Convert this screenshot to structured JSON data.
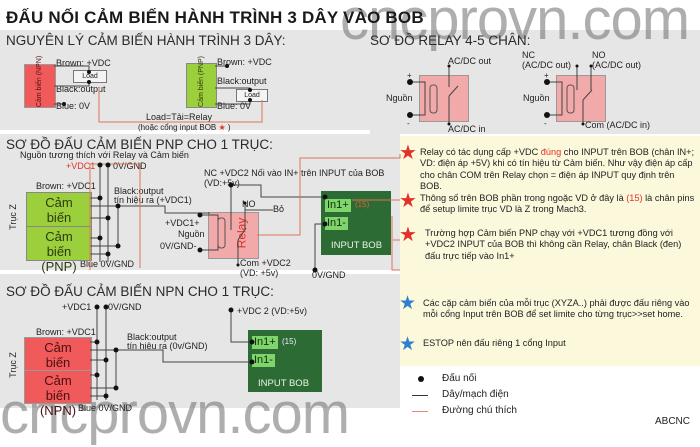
{
  "title": "ĐẤU NỐI CẢM BIẾN HÀNH TRÌNH 3 DÂY VÀO BOB",
  "watermark": "cncprovn.com",
  "principle": {
    "heading": "NGUYÊN LÝ CẢM BIẾN HÀNH TRÌNH 3 DÂY:",
    "npn_sensor": "Cảm biến (NPN)",
    "pnp_sensor": "Cảm biến (PNP)",
    "brown": "Brown: +VDC",
    "black": "Black:output",
    "blue": "Blue: 0V",
    "load": "Load",
    "load_note": "Load=Tải=Relay",
    "load_note2": "(hoặc cổng input BOB",
    "load_note2_end": ")"
  },
  "relay_diagram": {
    "heading": "SƠ ĐỒ RELAY 4-5 CHÂN:",
    "power": "Nguồn",
    "plus": "+",
    "minus": "-",
    "relay4": {
      "out": "AC/DC out",
      "in": "AC/DC in"
    },
    "relay5": {
      "nc": "NC",
      "nc_sub": "(AC/DC out)",
      "no": "NO",
      "no_sub": "(AC/DC out)",
      "com": "Com (AC/DC in)"
    }
  },
  "pnp_section": {
    "heading": "SƠ ĐỒ ĐẤU CẢM BIẾN PNP CHO 1 TRỤC:",
    "subheading": "Nguồn tương thích với Relay và Cảm biến",
    "vdc1": "+VDC1",
    "gnd": "0V/GND",
    "brown": "Brown: +VDC1",
    "black": "Black:output",
    "black_sub": "tín hiệu ra (+VDC1)",
    "blue": "Blue 0V/GND",
    "axis": "Trục Z",
    "sensor1": "Cảm biến (PNP)",
    "sensor2": "Cảm biến (PNP)",
    "nc_label": "NC +VDC2 Nối vào IN+ trên INPUT của BOB",
    "nc_sub": "(VD:+5v)",
    "no": "NO",
    "bo": "Bỏ",
    "relay_vdc1": "+VDC1+",
    "relay_power": "Nguồn",
    "relay_gnd": "0V/GND-",
    "relay_label": "Relay",
    "com": "Com +VDC2",
    "com_sub": "(VD: +5v)",
    "bob_gnd": "0V/GND",
    "bob": {
      "in1p": "In1+",
      "in1m": "In1-",
      "pin_no": "(15)",
      "label": "INPUT BOB"
    }
  },
  "npn_section": {
    "heading": "SƠ ĐỒ ĐẤU CẢM BIẾN NPN CHO 1 TRỤC:",
    "vdc1": "+VDC1",
    "gnd": "0V/GND",
    "brown": "Brown: +VDC1",
    "black": "Black:output",
    "black_sub": "tín hiệu ra (0v/GND)",
    "blue": "Blue 0V/GND",
    "axis": "Trục Z",
    "sensor1": "Cảm biến (NPN)",
    "sensor2": "Cảm biến (NPN)",
    "vdc2": "+VDC 2 (VD:+5v)",
    "bob": {
      "in1p": "In1+",
      "in1m": "In1-",
      "pin_no": "(15)",
      "label": "INPUT BOB"
    }
  },
  "notes": {
    "red": [
      {
        "pre": "Relay có tác dụng cấp +VDC ",
        "highlight": "đúng",
        "post": " cho INPUT trên BOB (chân IN+; VD: điện áp +5V) khi có tín hiệu từ Cảm biến. Như vậy điện áp cấp cho chân COM trên Relay chọn = điện áp INPUT quy định trên BOB."
      },
      {
        "pre": "Thông số trên BOB phần trong ngoặc VD ở đây là ",
        "highlight": "(15)",
        "post": " là chân pins để setup limite trục VD là Z trong Mach3."
      },
      {
        "pre": "Trường hợp Cảm biến PNP chạy với +VDC1 tương đồng với +VDC2  INPUT của BOB  thì không cần Relay, chân Black (đen) đấu trực tiếp vào In1+",
        "highlight": "",
        "post": ""
      }
    ],
    "blue": [
      "Các cặp cảm biến của mỗi trục (XYZA..) phải được đấu riêng vào mỗi cổng Input trên BOB để set limite cho từng trục>>set home.",
      "ESTOP nên đấu riêng 1 cổng Input"
    ]
  },
  "legend": {
    "items": [
      {
        "symbol": "dot",
        "label": "Đấu nối"
      },
      {
        "symbol": "black-line",
        "label": "Dây/mạch điện"
      },
      {
        "symbol": "red-line",
        "label": "Đường chú thích"
      }
    ],
    "credit": "ABCNC"
  },
  "colors": {
    "npn": "#f05a5a",
    "pnp": "#9ccf3c",
    "relay": "#f2a9a9",
    "bob": "#2c6b34",
    "pin": "#7fd46a",
    "note_bg": "#fbf8dc",
    "panel_bg": "#e6e6e6",
    "accent_red": "#e0322a",
    "star_blue": "#2f7fd0"
  }
}
